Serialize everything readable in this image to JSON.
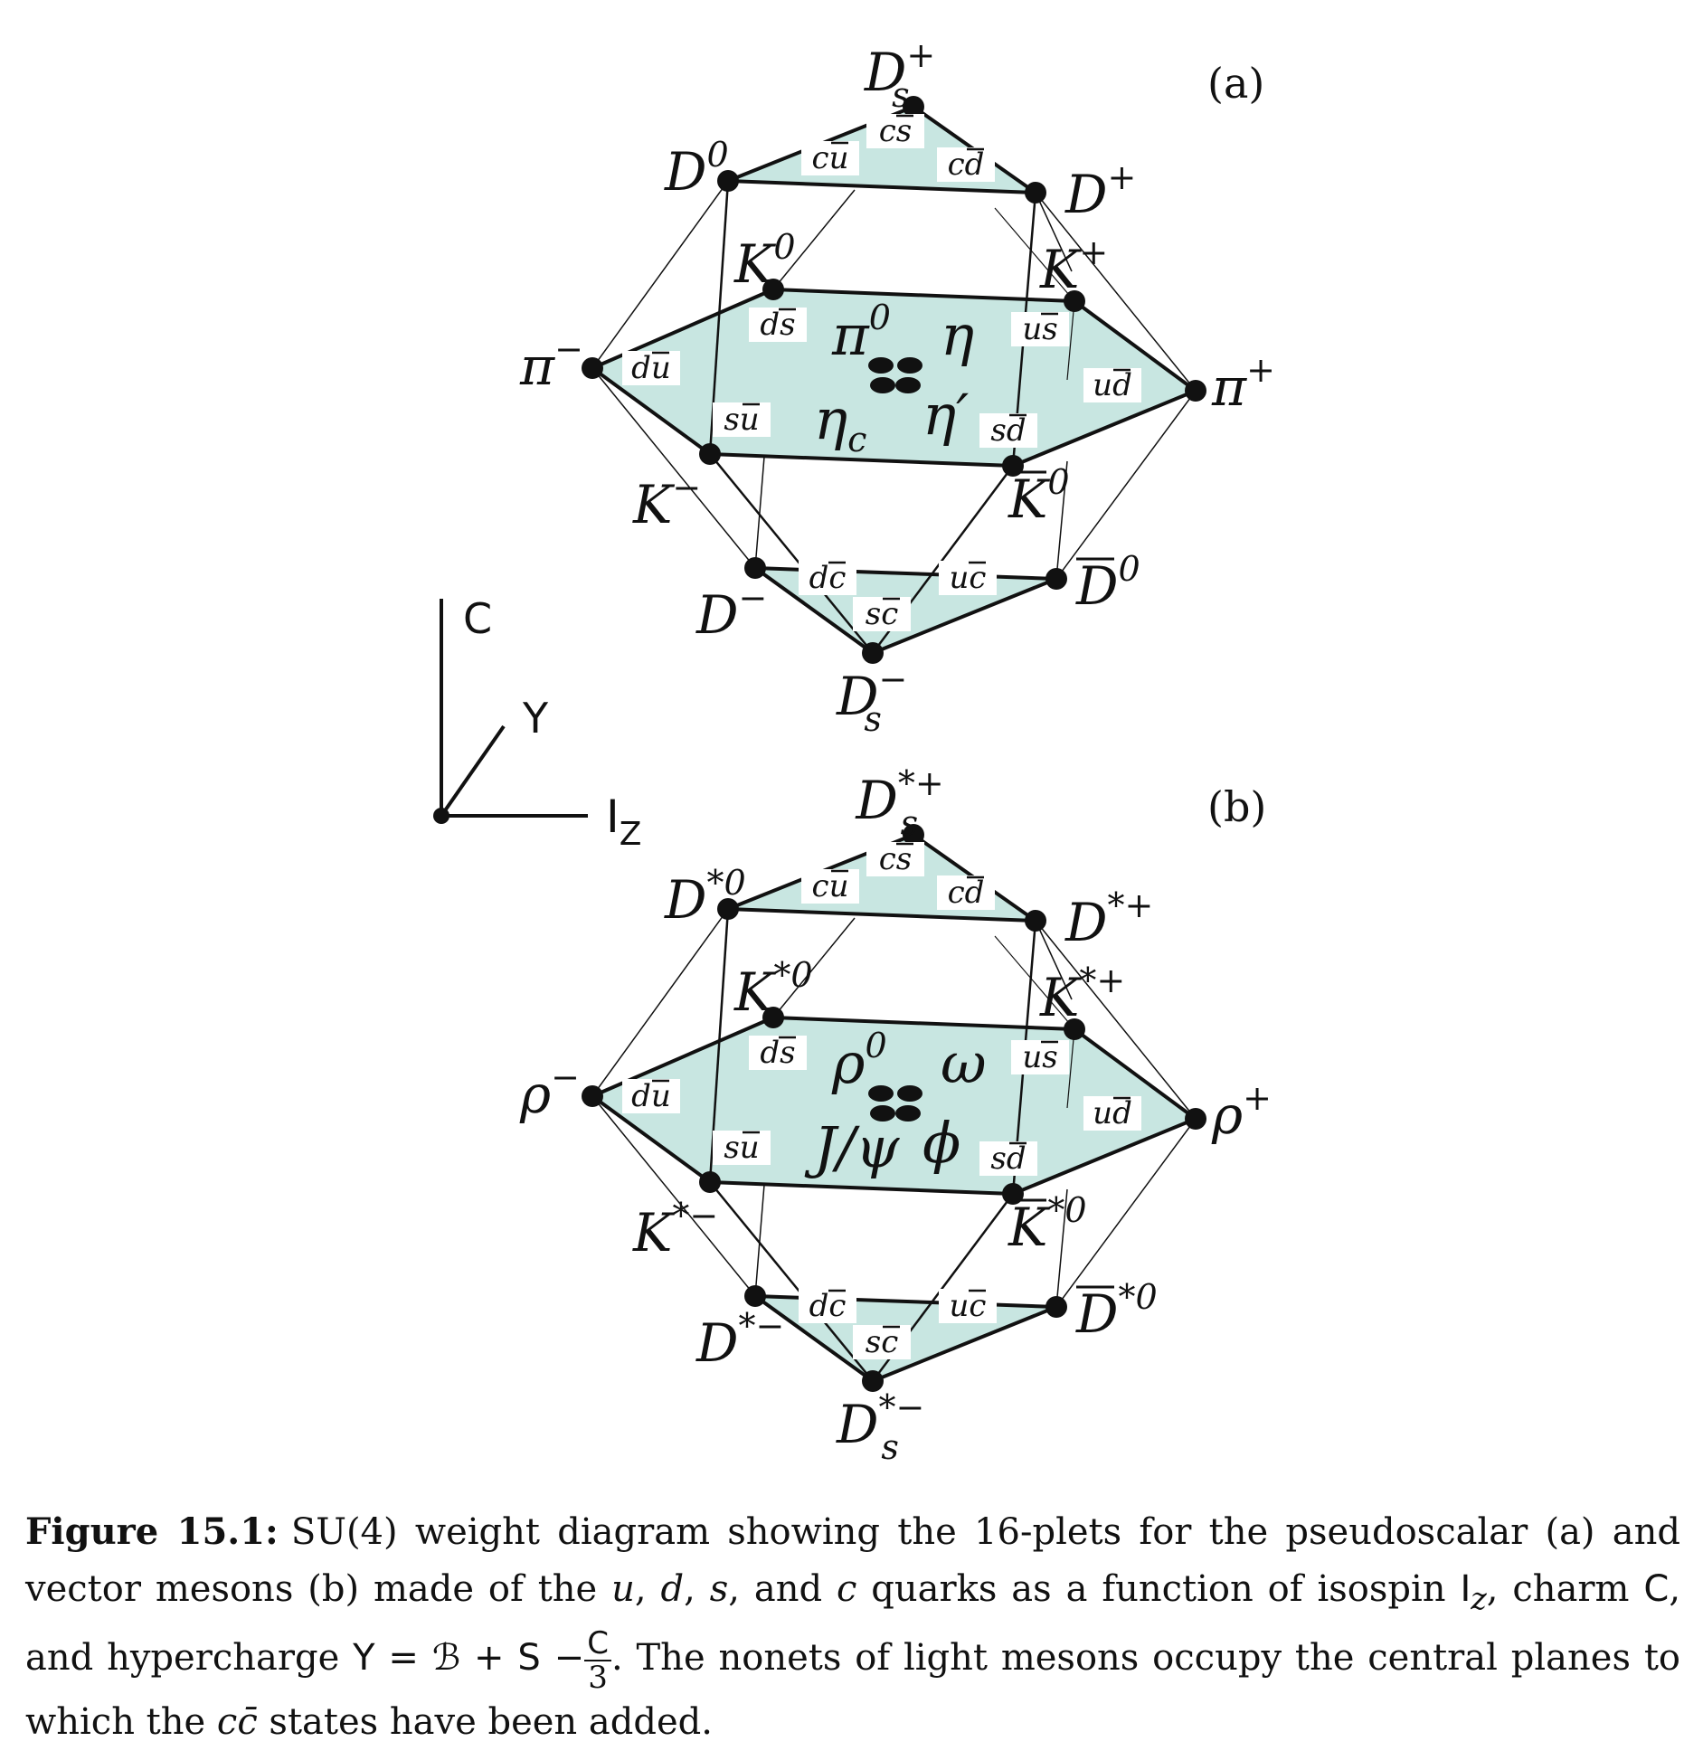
{
  "colors": {
    "fill": "#c8e6e1",
    "stroke": "#111111",
    "label_bg": "#ffffff"
  },
  "axes": {
    "c": "C",
    "y": "Y",
    "iz_base": "I",
    "iz_sub": "Z"
  },
  "panels": [
    {
      "tag": "(a)",
      "particles": {
        "top": {
          "base": "D",
          "sup": "+",
          "sub": "s"
        },
        "ul": {
          "base": "D",
          "sup": "0",
          "sub": ""
        },
        "ur": {
          "base": "D",
          "sup": "+",
          "sub": ""
        },
        "kul": {
          "base": "K",
          "sup": "0",
          "sub": ""
        },
        "kur": {
          "base": "K",
          "sup": "+",
          "sub": ""
        },
        "left": {
          "base": "π",
          "sup": "−",
          "sub": ""
        },
        "right": {
          "base": "π",
          "sup": "+",
          "sub": ""
        },
        "kll": {
          "base": "K",
          "sup": "−",
          "sub": ""
        },
        "klr": {
          "base": "K",
          "sup": "0",
          "sub": "",
          "bar": true
        },
        "dl": {
          "base": "D",
          "sup": "−",
          "sub": ""
        },
        "dr": {
          "base": "D",
          "sup": "0",
          "sub": "",
          "bar": true
        },
        "bottom": {
          "base": "D",
          "sup": "−",
          "sub": "s"
        }
      },
      "center": {
        "c1": {
          "base": "π",
          "sup": "0"
        },
        "c2": {
          "base": "η",
          "sup": ""
        },
        "c3": {
          "base": "η",
          "sub": "c"
        },
        "c4": {
          "base": "η′"
        }
      }
    },
    {
      "tag": "(b)",
      "particles": {
        "top": {
          "base": "D",
          "sup": "*+",
          "sub": "s"
        },
        "ul": {
          "base": "D",
          "sup": "*0",
          "sub": ""
        },
        "ur": {
          "base": "D",
          "sup": "*+",
          "sub": ""
        },
        "kul": {
          "base": "K",
          "sup": "*0",
          "sub": ""
        },
        "kur": {
          "base": "K",
          "sup": "*+",
          "sub": ""
        },
        "left": {
          "base": "ρ",
          "sup": "−",
          "sub": ""
        },
        "right": {
          "base": "ρ",
          "sup": "+",
          "sub": ""
        },
        "kll": {
          "base": "K",
          "sup": "*−",
          "sub": ""
        },
        "klr": {
          "base": "K",
          "sup": "*0",
          "sub": "",
          "bar": true
        },
        "dl": {
          "base": "D",
          "sup": "*−",
          "sub": ""
        },
        "dr": {
          "base": "D",
          "sup": "*0",
          "sub": "",
          "bar": true
        },
        "bottom": {
          "base": "D",
          "sup": "*−",
          "sub": "s"
        }
      },
      "center": {
        "c1": {
          "base": "ρ",
          "sup": "0"
        },
        "c2": {
          "base": "ω",
          "sup": ""
        },
        "c3": {
          "base": "J/ψ",
          "sub": ""
        },
        "c4": {
          "base": "ϕ"
        }
      }
    }
  ],
  "quarks": {
    "cs": {
      "a": "c",
      "b": "s"
    },
    "cu": {
      "a": "c",
      "b": "u"
    },
    "cd": {
      "a": "c",
      "b": "d"
    },
    "ds": {
      "a": "d",
      "b": "s"
    },
    "us": {
      "a": "u",
      "b": "s"
    },
    "du": {
      "a": "d",
      "b": "u"
    },
    "ud": {
      "a": "u",
      "b": "d"
    },
    "su": {
      "a": "s",
      "b": "u"
    },
    "sd": {
      "a": "s",
      "b": "d"
    },
    "dc": {
      "a": "d",
      "b": "c"
    },
    "uc": {
      "a": "u",
      "b": "c"
    },
    "sc": {
      "a": "s",
      "b": "c"
    }
  },
  "caption": {
    "label": "Figure 15.1:",
    "t1": "SU(4) weight diagram showing the 16-plets for the pseudoscalar (a) and vector mesons (b) made of the ",
    "q_u": "u",
    "sep1": ", ",
    "q_d": "d",
    "sep2": ", ",
    "q_s": "s",
    "sep3": ", and ",
    "q_c": "c",
    "t2": " quarks as a function of isospin ",
    "iz": "I",
    "iz_sub": "z",
    "t3": ", charm ",
    "charm": "C",
    "t4": ", and hypercharge ",
    "y_eq": "Y = ℬ + S −",
    "frac_num": "C",
    "frac_den": "3",
    "t5": ". The nonets of light mesons occupy the central planes to which the ",
    "cc_a": "c",
    "cc_b": "c̄",
    "t6": " states have been added."
  }
}
